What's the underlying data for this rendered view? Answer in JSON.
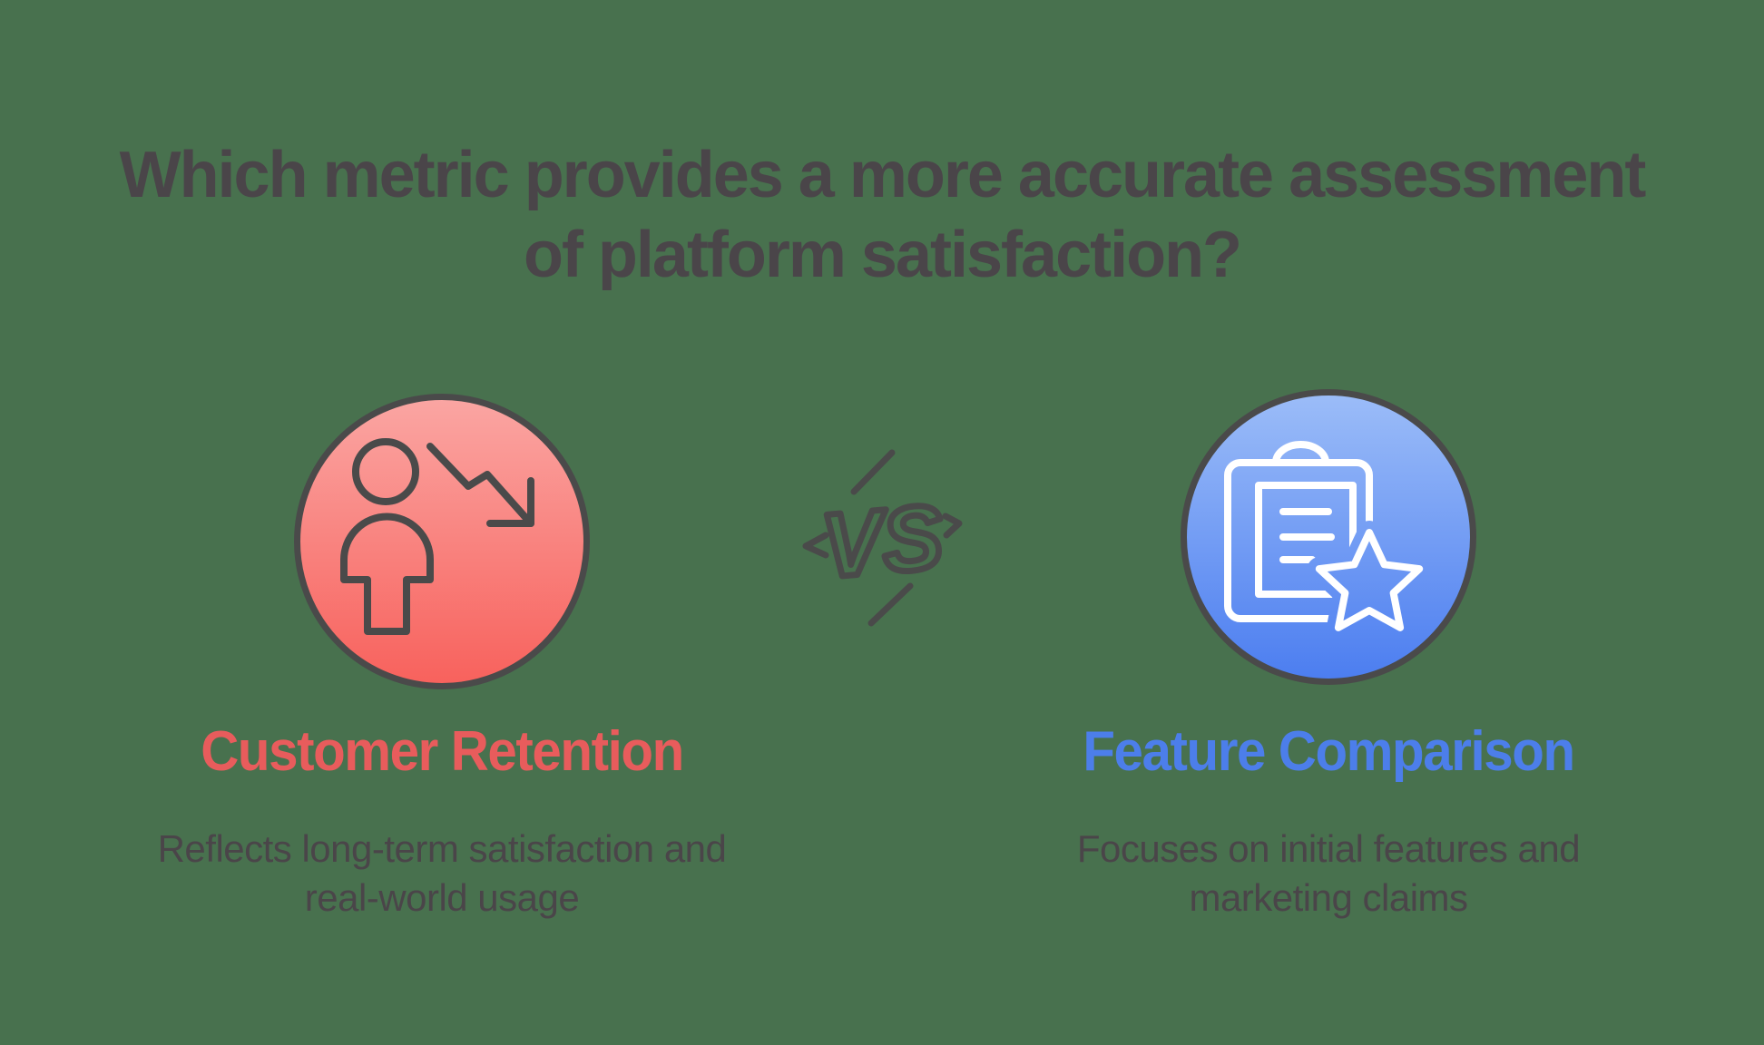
{
  "title": {
    "line1": "Which metric provides a more accurate assessment",
    "line2": "of platform satisfaction?"
  },
  "versus": {
    "label": "VS"
  },
  "left": {
    "heading": "Customer Retention",
    "description_line1": "Reflects long-term satisfaction and",
    "description_line2": "real-world usage",
    "icon": "user-decline-trend-icon",
    "accent_color": "#E85C5C",
    "circle_gradient_top": "#FAA6A3",
    "circle_gradient_bottom": "#F8615C"
  },
  "right": {
    "heading": "Feature Comparison",
    "description_line1": "Focuses on initial features and",
    "description_line2": "marketing claims",
    "icon": "clipboard-star-icon",
    "accent_color": "#4C7EEA",
    "circle_gradient_top": "#9CBDF8",
    "circle_gradient_bottom": "#4B7DF0"
  },
  "colors": {
    "background": "#48714E",
    "heading_text": "#4A4549",
    "outline_dark": "#4A4A4A",
    "icon_white": "#FFFFFF"
  }
}
